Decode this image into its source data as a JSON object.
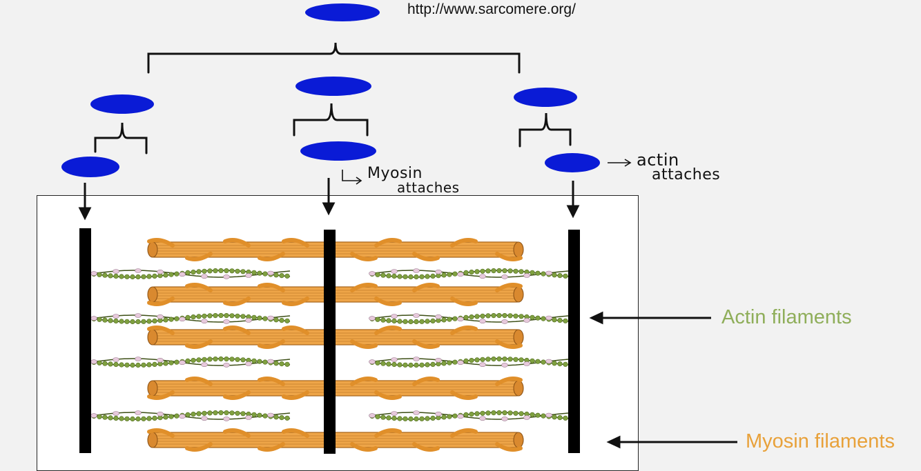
{
  "source_url": "http://www.sarcomere.org/",
  "annotations": {
    "myosin_note_line1": "Myosin",
    "myosin_note_line2": "attaches",
    "actin_note_line1": "actin",
    "actin_note_line2": "attaches"
  },
  "legend": {
    "actin_label": "Actin filaments",
    "myosin_label": "Myosin filaments"
  },
  "colors": {
    "actin": "#8fae5a",
    "myosin": "#e8a13a",
    "redaction": "#0a1bd6",
    "z_disc": "#000000"
  }
}
